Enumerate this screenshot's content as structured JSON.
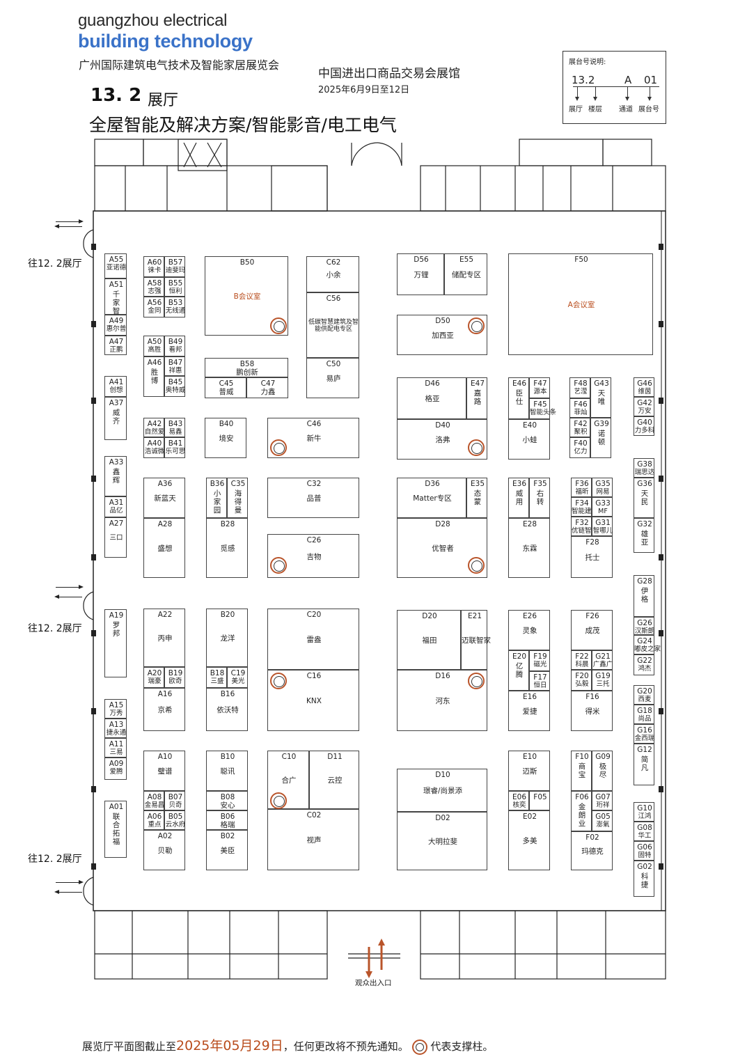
{
  "header": {
    "logo_line1": "guangzhou electrical",
    "logo_line2": "building technology",
    "expo_name": "广州国际建筑电气技术及智能家居展览会",
    "hall_number": "13. 2",
    "hall_word": "展厅",
    "theme": "全屋智能及解决方案/智能影音/电工电气",
    "venue": "中国进出口商品交易会展馆",
    "dates": "2025年6月9日至12日"
  },
  "legend": {
    "title": "展台号说明:",
    "code_hall": "13.2",
    "code_aisle": "A",
    "code_booth": "01",
    "label_hall": "展厅",
    "label_floor": "楼层",
    "label_aisle": "通道",
    "label_booth": "展台号"
  },
  "side_labels": [
    "往12. 2展厅",
    "往12. 2展厅",
    "往12. 2展厅"
  ],
  "exit_label": "观众出入口",
  "footer": {
    "text_before": "展览厅平面图截止至",
    "cutoff_date": "2025年05月29日",
    "text_after": "，任何更改将不预先通知。",
    "pillar_note": "代表支撑柱。"
  },
  "booths": [
    {
      "id": "A55",
      "name": "亚诺德"
    },
    {
      "id": "A51",
      "name": "千家智客"
    },
    {
      "id": "A49",
      "name": "惠尔普"
    },
    {
      "id": "A47",
      "name": "正鹏"
    },
    {
      "id": "A41",
      "name": "创想"
    },
    {
      "id": "A37",
      "name": "威齐"
    },
    {
      "id": "A33",
      "name": "鑫辉"
    },
    {
      "id": "A31",
      "name": "品亿"
    },
    {
      "id": "A27",
      "name": "三口"
    },
    {
      "id": "A19",
      "name": "罗邦"
    },
    {
      "id": "A15",
      "name": "万秀"
    },
    {
      "id": "A13",
      "name": "捷永通"
    },
    {
      "id": "A11",
      "name": "三易"
    },
    {
      "id": "A09",
      "name": "爱腾"
    },
    {
      "id": "A01",
      "name": "联合拓福"
    },
    {
      "id": "A60",
      "name": "徕卡"
    },
    {
      "id": "B57",
      "name": "迪斐玛"
    },
    {
      "id": "A58",
      "name": "志强"
    },
    {
      "id": "B55",
      "name": "恒利"
    },
    {
      "id": "A56",
      "name": "金同"
    },
    {
      "id": "B53",
      "name": "无线通"
    },
    {
      "id": "A50",
      "name": "高胜"
    },
    {
      "id": "B49",
      "name": "看邦"
    },
    {
      "id": "A46",
      "name": "胜博"
    },
    {
      "id": "B47",
      "name": "祥惠"
    },
    {
      "id": "B45",
      "name": "奥特威"
    },
    {
      "id": "A42",
      "name": "自然爱"
    },
    {
      "id": "B43",
      "name": "易鑫"
    },
    {
      "id": "A40",
      "name": "浩诚微"
    },
    {
      "id": "B41",
      "name": "乐可思"
    },
    {
      "id": "A36",
      "name": "新蓝天"
    },
    {
      "id": "A28",
      "name": "盛想"
    },
    {
      "id": "A22",
      "name": "丙申"
    },
    {
      "id": "A20",
      "name": "瑞豪"
    },
    {
      "id": "B19",
      "name": "欧奇"
    },
    {
      "id": "A16",
      "name": "京希"
    },
    {
      "id": "A10",
      "name": "璧谱"
    },
    {
      "id": "A08",
      "name": "金易昌"
    },
    {
      "id": "B07",
      "name": "贝奇"
    },
    {
      "id": "A06",
      "name": "重点"
    },
    {
      "id": "B05",
      "name": "云水府"
    },
    {
      "id": "A02",
      "name": "贝勒"
    },
    {
      "id": "B50",
      "name": "B会议室"
    },
    {
      "id": "B58",
      "name": "鹏创新"
    },
    {
      "id": "C45",
      "name": "普威"
    },
    {
      "id": "C47",
      "name": "力鑫"
    },
    {
      "id": "C62",
      "name": "小余"
    },
    {
      "id": "C56",
      "name": "低碳智慧建筑及智能供配电专区"
    },
    {
      "id": "C50",
      "name": "易庐"
    },
    {
      "id": "B40",
      "name": "境安"
    },
    {
      "id": "C46",
      "name": "新牛"
    },
    {
      "id": "B36",
      "name": "小家园"
    },
    {
      "id": "C35",
      "name": "海得曼"
    },
    {
      "id": "B28",
      "name": "觅感"
    },
    {
      "id": "C32",
      "name": "品普"
    },
    {
      "id": "C26",
      "name": "吉物"
    },
    {
      "id": "B20",
      "name": "龙洋"
    },
    {
      "id": "B18",
      "name": "三盛"
    },
    {
      "id": "C19",
      "name": "美光"
    },
    {
      "id": "B16",
      "name": "依沃特"
    },
    {
      "id": "C20",
      "name": "雷盎"
    },
    {
      "id": "C16",
      "name": "KNX"
    },
    {
      "id": "B10",
      "name": "聪讯"
    },
    {
      "id": "B08",
      "name": "安心"
    },
    {
      "id": "B06",
      "name": "格瑞"
    },
    {
      "id": "B02",
      "name": "美臣"
    },
    {
      "id": "C10",
      "name": "合广"
    },
    {
      "id": "D11",
      "name": "云控"
    },
    {
      "id": "C02",
      "name": "视声"
    },
    {
      "id": "D56",
      "name": "万锂"
    },
    {
      "id": "E55",
      "name": "储配专区"
    },
    {
      "id": "D50",
      "name": "加西亚"
    },
    {
      "id": "D46",
      "name": "格亚"
    },
    {
      "id": "E47",
      "name": "嘉路"
    },
    {
      "id": "D40",
      "name": "洛弗"
    },
    {
      "id": "D36",
      "name": "Matter专区"
    },
    {
      "id": "E35",
      "name": "态蒙"
    },
    {
      "id": "D28",
      "name": "优智者"
    },
    {
      "id": "D20",
      "name": "福田"
    },
    {
      "id": "E21",
      "name": "迈联智家"
    },
    {
      "id": "D16",
      "name": "河东"
    },
    {
      "id": "D10",
      "name": "璟睿/尚景添"
    },
    {
      "id": "D02",
      "name": "大明拉斐"
    },
    {
      "id": "F50",
      "name": "A会议室"
    },
    {
      "id": "E46",
      "name": "臣仕"
    },
    {
      "id": "F47",
      "name": "源本"
    },
    {
      "id": "F45",
      "name": "智能头条"
    },
    {
      "id": "E40",
      "name": "小蛙"
    },
    {
      "id": "E36",
      "name": "威用"
    },
    {
      "id": "F35",
      "name": "右转"
    },
    {
      "id": "E28",
      "name": "东霖"
    },
    {
      "id": "E26",
      "name": "灵象"
    },
    {
      "id": "E20",
      "name": "亿腾"
    },
    {
      "id": "F19",
      "name": "磁光"
    },
    {
      "id": "F17",
      "name": "恒日"
    },
    {
      "id": "E16",
      "name": "爱捷"
    },
    {
      "id": "E10",
      "name": "迈斯"
    },
    {
      "id": "E06",
      "name": "核奕"
    },
    {
      "id": "F05",
      "name": ""
    },
    {
      "id": "E02",
      "name": "多美"
    },
    {
      "id": "F48",
      "name": "艺滢"
    },
    {
      "id": "G43",
      "name": "天唯"
    },
    {
      "id": "F46",
      "name": "菲灿"
    },
    {
      "id": "F42",
      "name": "聚积"
    },
    {
      "id": "G39",
      "name": "诺顿"
    },
    {
      "id": "F40",
      "name": "亿力"
    },
    {
      "id": "F36",
      "name": "福昕"
    },
    {
      "id": "G35",
      "name": "网易"
    },
    {
      "id": "F34",
      "name": "智能建筑"
    },
    {
      "id": "G33",
      "name": "MF"
    },
    {
      "id": "F32",
      "name": "优链智能"
    },
    {
      "id": "G31",
      "name": "智哪儿"
    },
    {
      "id": "F28",
      "name": "托士"
    },
    {
      "id": "F26",
      "name": "成茂"
    },
    {
      "id": "F22",
      "name": "科晨"
    },
    {
      "id": "G21",
      "name": "广鑫广"
    },
    {
      "id": "F20",
      "name": "弘毅"
    },
    {
      "id": "G19",
      "name": "三托"
    },
    {
      "id": "F16",
      "name": "得米"
    },
    {
      "id": "F10",
      "name": "商宝"
    },
    {
      "id": "G09",
      "name": "极尽"
    },
    {
      "id": "F06",
      "name": "金朗业"
    },
    {
      "id": "G07",
      "name": "珩祥"
    },
    {
      "id": "G05",
      "name": "澎氣"
    },
    {
      "id": "F02",
      "name": "玛德克"
    },
    {
      "id": "G46",
      "name": "维茵"
    },
    {
      "id": "G42",
      "name": "万安"
    },
    {
      "id": "G40",
      "name": "力多科"
    },
    {
      "id": "G38",
      "name": "瑞思达"
    },
    {
      "id": "G36",
      "name": "天民"
    },
    {
      "id": "G32",
      "name": "雄亚"
    },
    {
      "id": "G28",
      "name": "伊格"
    },
    {
      "id": "G26",
      "name": "汉斯朗"
    },
    {
      "id": "G24",
      "name": "嘟皮之家"
    },
    {
      "id": "G22",
      "name": "鸿杰"
    },
    {
      "id": "G20",
      "name": "西麦"
    },
    {
      "id": "G18",
      "name": "尚品"
    },
    {
      "id": "G16",
      "name": "金西瑞"
    },
    {
      "id": "G12",
      "name": "简凡"
    },
    {
      "id": "G10",
      "name": "江鸿"
    },
    {
      "id": "G08",
      "name": "华工"
    },
    {
      "id": "G06",
      "name": "固特"
    },
    {
      "id": "G02",
      "name": "科捷"
    }
  ]
}
